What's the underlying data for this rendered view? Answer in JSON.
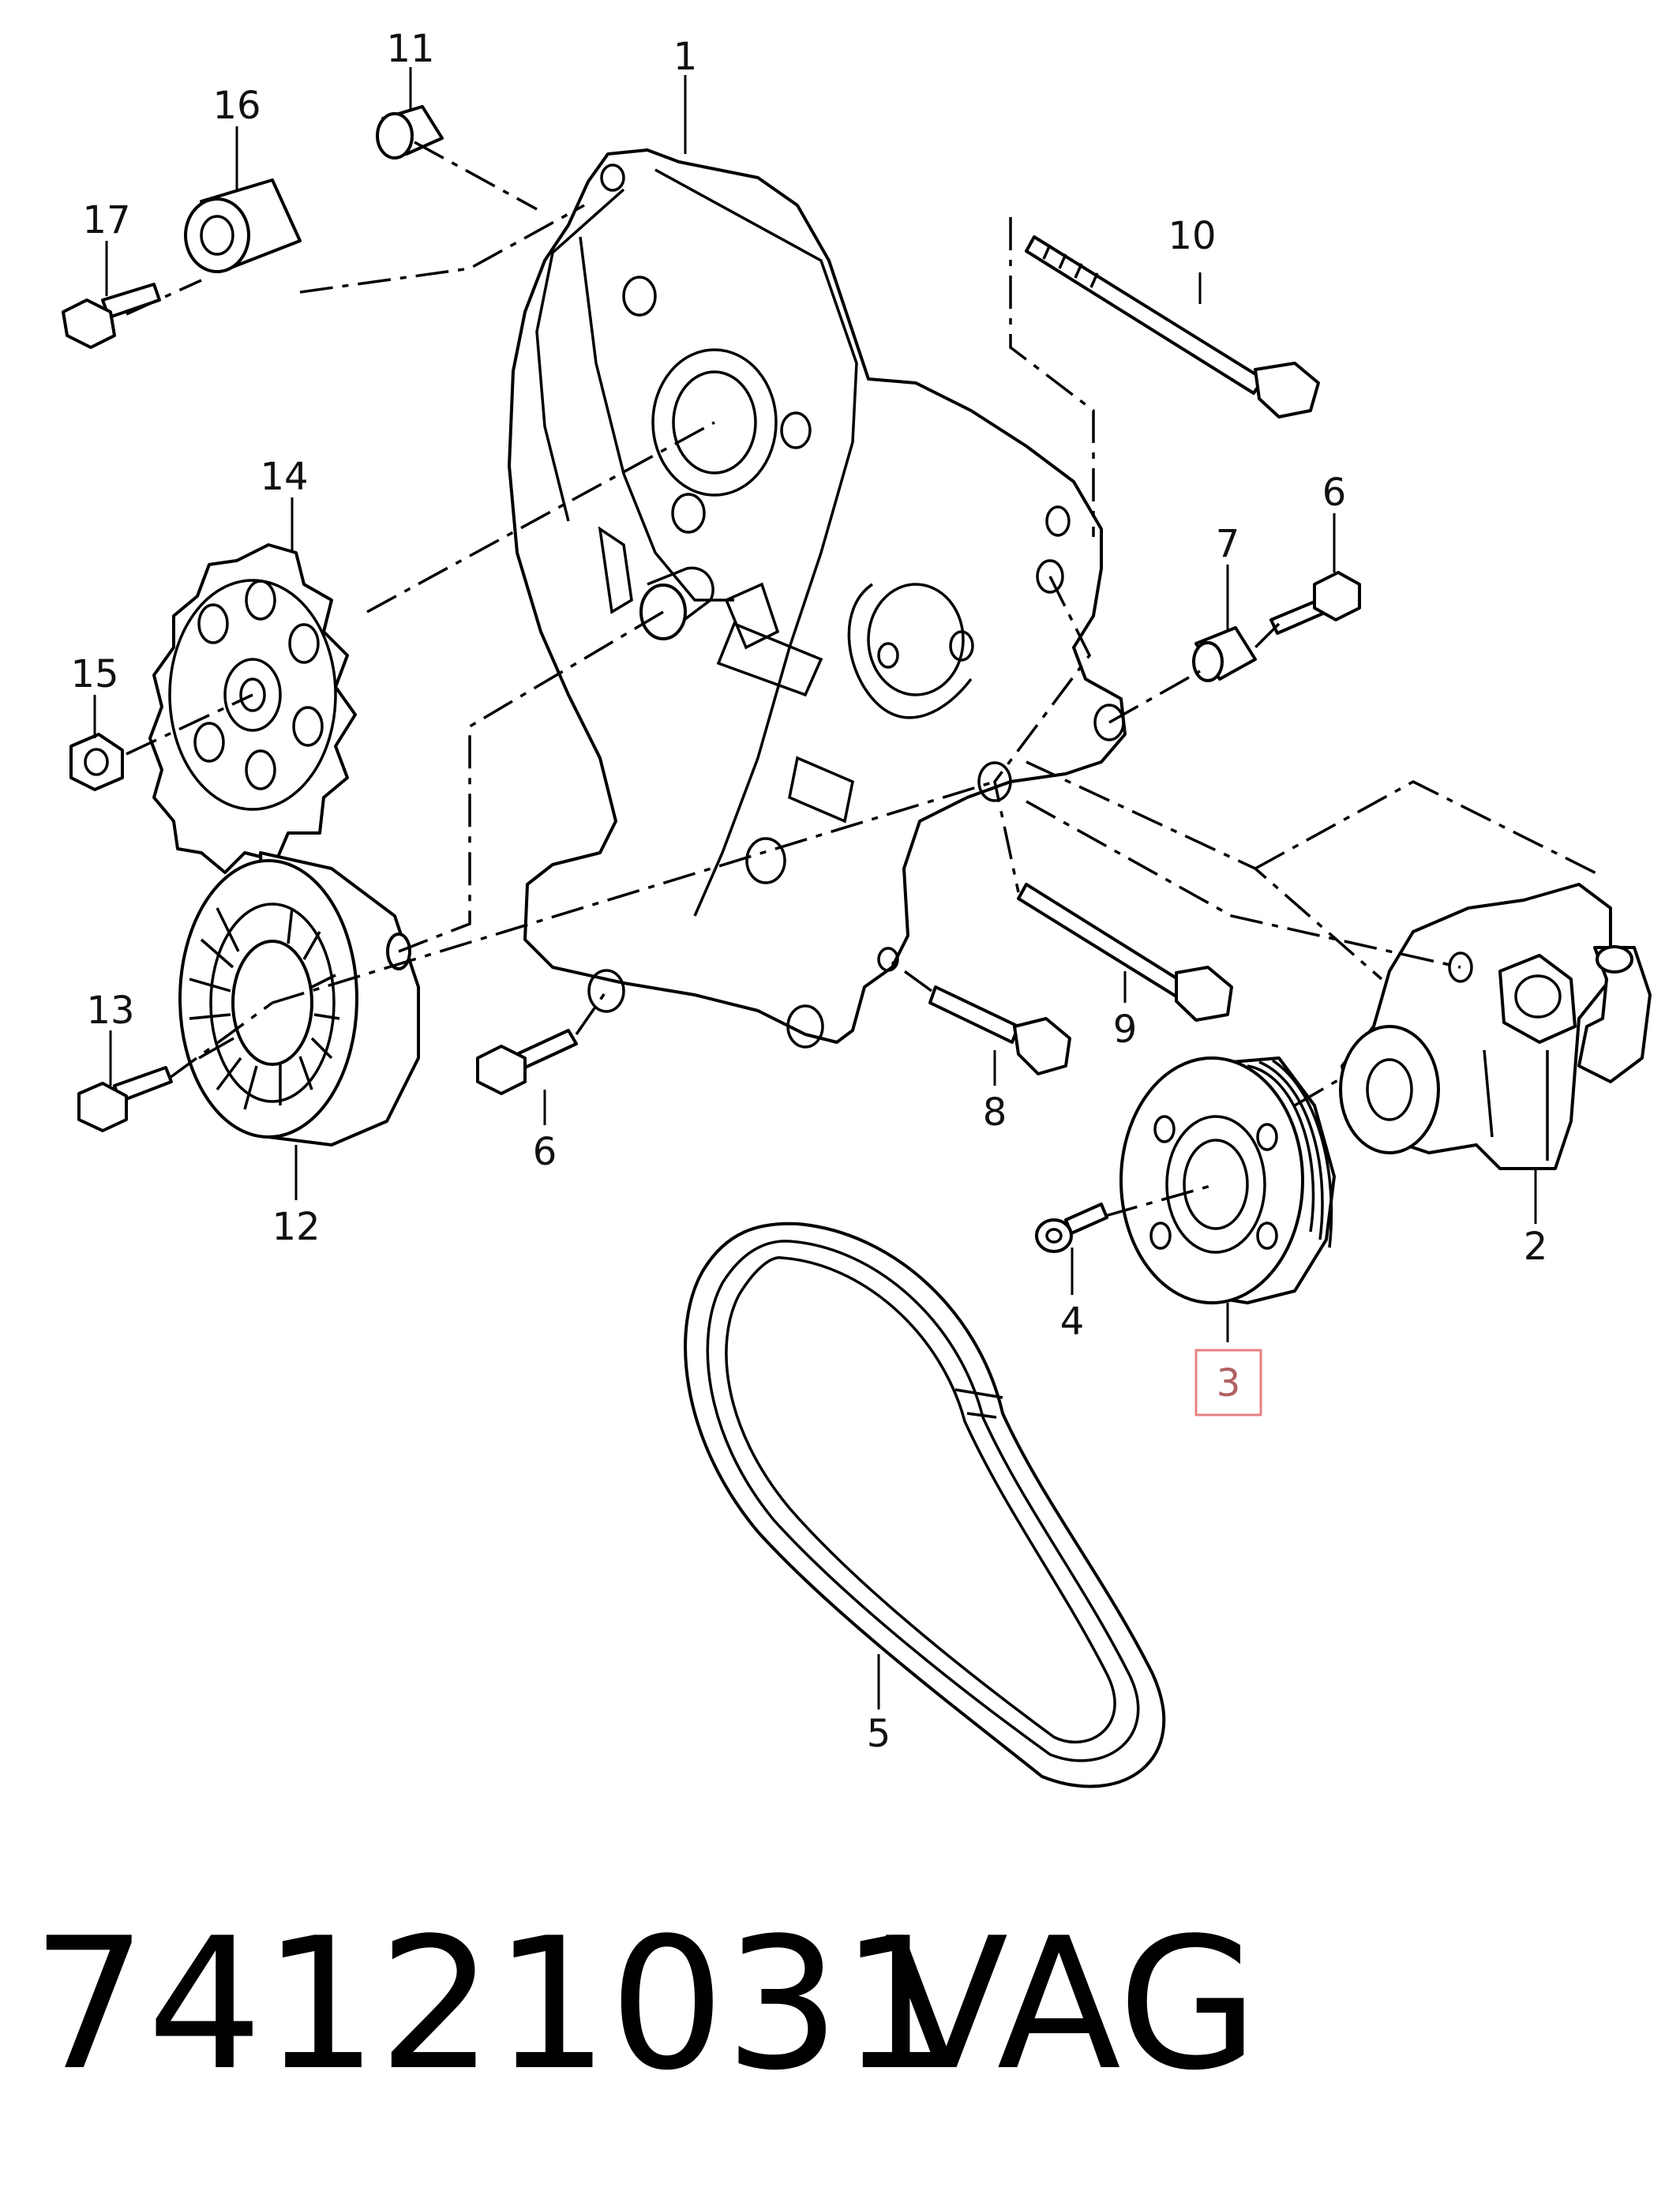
{
  "callouts": [
    {
      "id": "c1",
      "label": "1"
    },
    {
      "id": "c2",
      "label": "2"
    },
    {
      "id": "c3",
      "label": "3",
      "highlighted": true
    },
    {
      "id": "c4",
      "label": "4"
    },
    {
      "id": "c5",
      "label": "5"
    },
    {
      "id": "c6a",
      "label": "6"
    },
    {
      "id": "c6b",
      "label": "6"
    },
    {
      "id": "c7",
      "label": "7"
    },
    {
      "id": "c8",
      "label": "8"
    },
    {
      "id": "c9",
      "label": "9"
    },
    {
      "id": "c10",
      "label": "10"
    },
    {
      "id": "c11",
      "label": "11"
    },
    {
      "id": "c12",
      "label": "12"
    },
    {
      "id": "c13",
      "label": "13"
    },
    {
      "id": "c14",
      "label": "14"
    },
    {
      "id": "c15",
      "label": "15"
    },
    {
      "id": "c16",
      "label": "16"
    },
    {
      "id": "c17",
      "label": "17"
    }
  ],
  "highlight_color": "#e88080",
  "footer": {
    "part_number": "74121031",
    "brand": "VAG"
  }
}
